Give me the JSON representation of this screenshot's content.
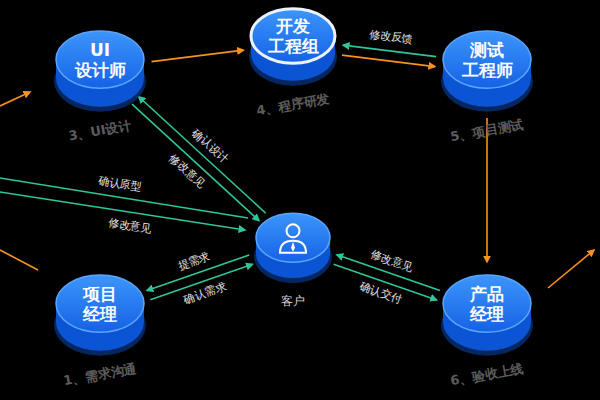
{
  "diagram": {
    "nodes": [
      {
        "text": [
          "UI 设计师",
          "3、UI设计"
        ]
      },
      {
        "text": [
          "开发 工程组",
          "4、程序研发"
        ]
      },
      {
        "text": [
          "测试 工程师",
          "5、项目测试"
        ]
      },
      {
        "text": [
          "客户"
        ]
      },
      {
        "text": [
          "项目 经理",
          "1、需求沟通"
        ]
      },
      {
        "text": [
          "产品 经理",
          "6、验收上线"
        ]
      }
    ],
    "edges": [
      {
        "from": 0,
        "to": 1,
        "arrow": "to"
      },
      {
        "from": 2,
        "to": 1,
        "label": "修改反馈",
        "arrow": "to"
      },
      {
        "from": 1,
        "to": 2,
        "arrow": "to"
      },
      {
        "from": 2,
        "to": 5,
        "arrow": "to"
      },
      {
        "from": 3,
        "to": 0,
        "label": "确认设计",
        "arrow": "to"
      },
      {
        "from": 0,
        "to": 3,
        "label": "修改意见",
        "arrow": "to"
      },
      {
        "from": 3,
        "to": 4,
        "label": "提需求",
        "arrow": "to"
      },
      {
        "from": 4,
        "to": 3,
        "label": "确认需求",
        "arrow": "to"
      },
      {
        "from": 5,
        "to": 3,
        "label": "修改意见",
        "arrow": "to"
      },
      {
        "from": 3,
        "to": 5,
        "label": "确认交付",
        "arrow": "to"
      }
    ],
    "labels": [
      "确认原型",
      "修改意见"
    ]
  }
}
